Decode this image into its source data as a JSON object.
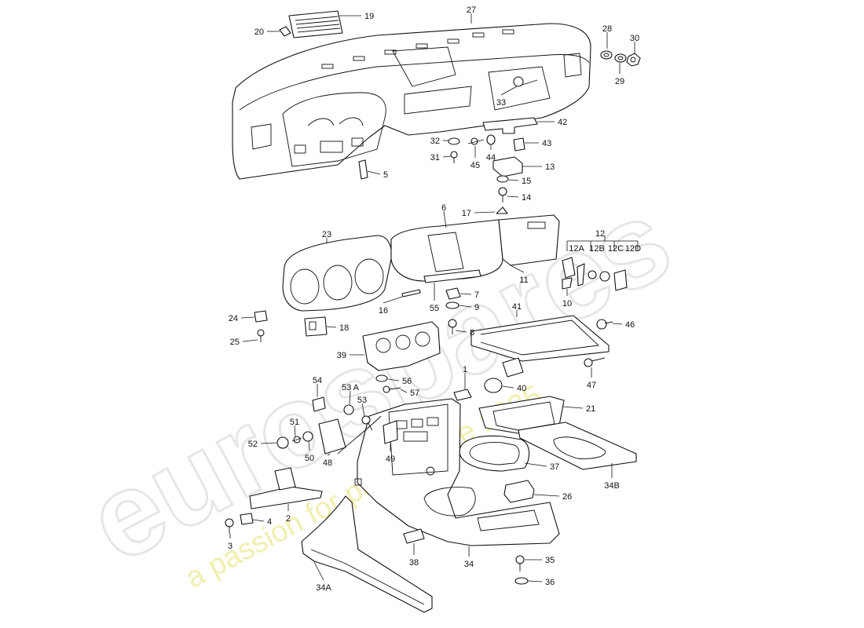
{
  "watermark": {
    "brand": "eurospares",
    "tagline": "a passion for parts since 1985"
  },
  "parts": [
    {
      "id": "1",
      "label": "1"
    },
    {
      "id": "2",
      "label": "2"
    },
    {
      "id": "3",
      "label": "3"
    },
    {
      "id": "4",
      "label": "4"
    },
    {
      "id": "5",
      "label": "5"
    },
    {
      "id": "6",
      "label": "6"
    },
    {
      "id": "7",
      "label": "7"
    },
    {
      "id": "8",
      "label": "8"
    },
    {
      "id": "9",
      "label": "9"
    },
    {
      "id": "10",
      "label": "10"
    },
    {
      "id": "11",
      "label": "11"
    },
    {
      "id": "12",
      "label": "12"
    },
    {
      "id": "12A",
      "label": "12A"
    },
    {
      "id": "12B",
      "label": "12B"
    },
    {
      "id": "12C",
      "label": "12C"
    },
    {
      "id": "12D",
      "label": "12D"
    },
    {
      "id": "13",
      "label": "13"
    },
    {
      "id": "14",
      "label": "14"
    },
    {
      "id": "15",
      "label": "15"
    },
    {
      "id": "16",
      "label": "16"
    },
    {
      "id": "17",
      "label": "17"
    },
    {
      "id": "18",
      "label": "18"
    },
    {
      "id": "19",
      "label": "19"
    },
    {
      "id": "20",
      "label": "20"
    },
    {
      "id": "21",
      "label": "21"
    },
    {
      "id": "23",
      "label": "23"
    },
    {
      "id": "24",
      "label": "24"
    },
    {
      "id": "25",
      "label": "25"
    },
    {
      "id": "26",
      "label": "26"
    },
    {
      "id": "27",
      "label": "27"
    },
    {
      "id": "28",
      "label": "28"
    },
    {
      "id": "29",
      "label": "29"
    },
    {
      "id": "30",
      "label": "30"
    },
    {
      "id": "31",
      "label": "31"
    },
    {
      "id": "32",
      "label": "32"
    },
    {
      "id": "33",
      "label": "33"
    },
    {
      "id": "34",
      "label": "34"
    },
    {
      "id": "34A",
      "label": "34A"
    },
    {
      "id": "34B",
      "label": "34B"
    },
    {
      "id": "35",
      "label": "35"
    },
    {
      "id": "36",
      "label": "36"
    },
    {
      "id": "37",
      "label": "37"
    },
    {
      "id": "38",
      "label": "38"
    },
    {
      "id": "39",
      "label": "39"
    },
    {
      "id": "40",
      "label": "40"
    },
    {
      "id": "41",
      "label": "41"
    },
    {
      "id": "42",
      "label": "42"
    },
    {
      "id": "43",
      "label": "43"
    },
    {
      "id": "44",
      "label": "44"
    },
    {
      "id": "45",
      "label": "45"
    },
    {
      "id": "46",
      "label": "46"
    },
    {
      "id": "47",
      "label": "47"
    },
    {
      "id": "48",
      "label": "48"
    },
    {
      "id": "49",
      "label": "49"
    },
    {
      "id": "50",
      "label": "50"
    },
    {
      "id": "51",
      "label": "51"
    },
    {
      "id": "52",
      "label": "52"
    },
    {
      "id": "53",
      "label": "53"
    },
    {
      "id": "53A",
      "label": "53 A"
    },
    {
      "id": "54",
      "label": "54"
    },
    {
      "id": "55",
      "label": "55"
    },
    {
      "id": "56",
      "label": "56"
    },
    {
      "id": "57",
      "label": "57"
    }
  ]
}
